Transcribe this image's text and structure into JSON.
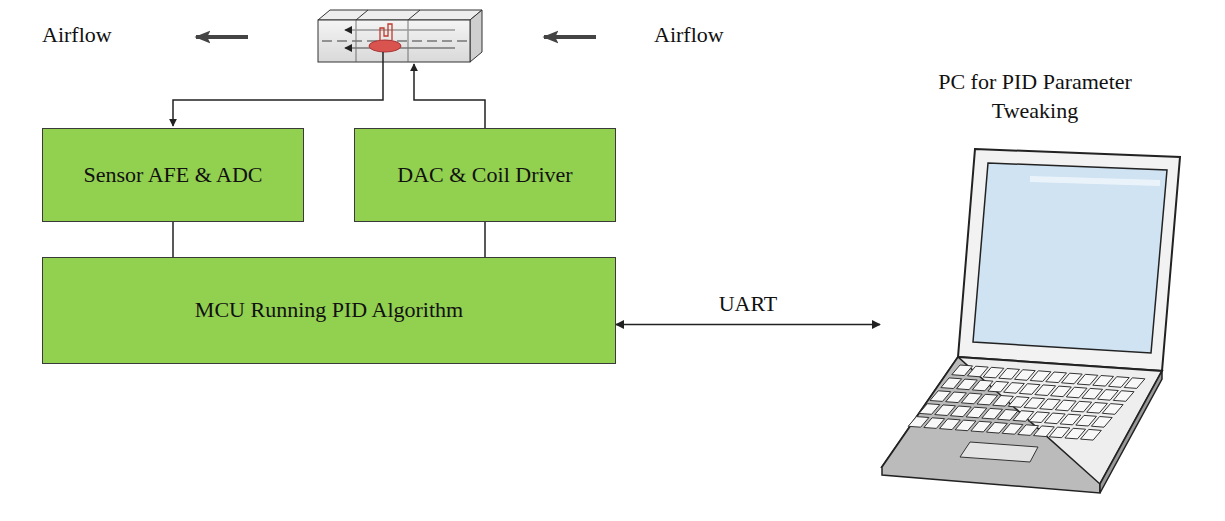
{
  "diagram": {
    "nodes": [
      {
        "text": [
          "Sensor AFE & ADC"
        ]
      },
      {
        "text": [
          "DAC & Coil Driver"
        ]
      },
      {
        "text": [
          "MCU Running PID Algorithm"
        ]
      },
      {
        "text": [
          "PC for PID Parameter Tweaking"
        ]
      }
    ],
    "edges": [
      {
        "from": 2,
        "to": 0,
        "arrow": "none"
      },
      {
        "from": 2,
        "to": 1,
        "arrow": "none"
      },
      {
        "from": 2,
        "to": 3,
        "label": "UART",
        "arrow": "both"
      }
    ],
    "labels": [
      "Airflow",
      "Airflow"
    ]
  }
}
